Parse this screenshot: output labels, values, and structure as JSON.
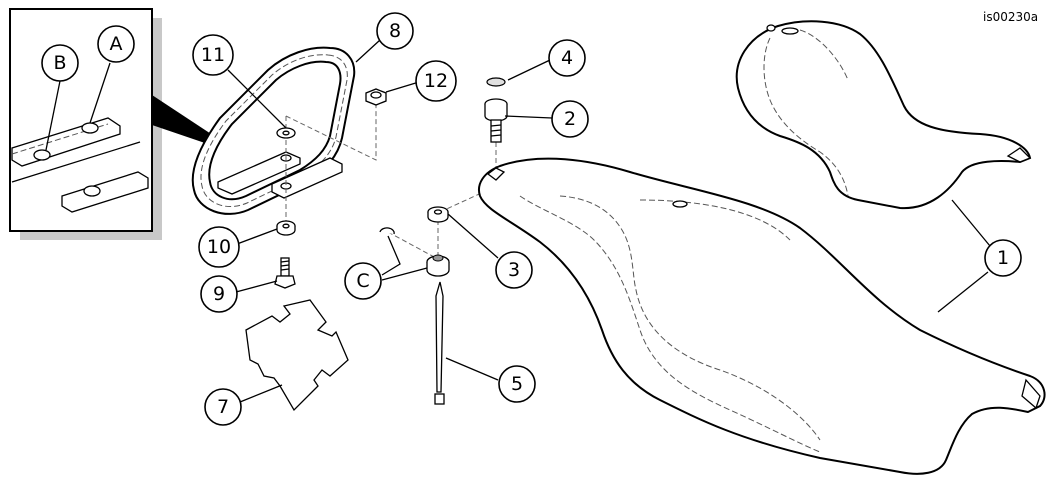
{
  "ref_code": "is00230a",
  "callouts": {
    "c1": "1",
    "c2": "2",
    "c3": "3",
    "c4": "4",
    "c5": "5",
    "c7": "7",
    "c8": "8",
    "c9": "9",
    "c10": "10",
    "c11": "11",
    "c12": "12",
    "cA": "A",
    "cB": "B",
    "cC": "C"
  },
  "colors": {
    "line": "#000000",
    "fill": "#ffffff",
    "shadow": "#c8c8c8"
  }
}
